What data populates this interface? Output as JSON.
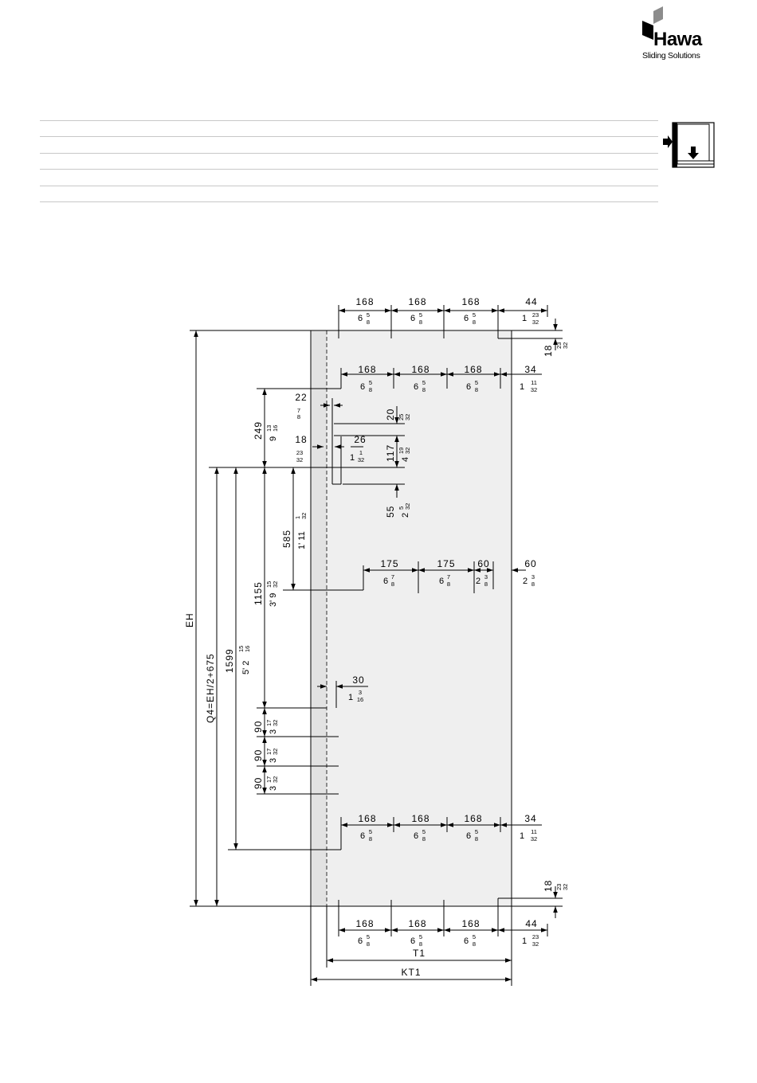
{
  "brand": {
    "name": "Hawa",
    "tagline": "Sliding Solutions",
    "logo_color": "#000000",
    "logo_accent": "#8c8c8c"
  },
  "header": {
    "rule_count": 6,
    "rule_color": "#c8c8c8"
  },
  "icons": [
    "door-install-icon"
  ],
  "colors": {
    "panel_fill": "#efefef",
    "line": "#000000"
  },
  "dims": {
    "top_row": [
      {
        "mm": "168",
        "inch": "6",
        "num": "5",
        "den": "8"
      },
      {
        "mm": "168",
        "inch": "6",
        "num": "5",
        "den": "8"
      },
      {
        "mm": "168",
        "inch": "6",
        "num": "5",
        "den": "8"
      },
      {
        "mm": "44",
        "inch": "1",
        "num": "23",
        "den": "32"
      }
    ],
    "row2": [
      {
        "mm": "168",
        "inch": "6",
        "num": "5",
        "den": "8"
      },
      {
        "mm": "168",
        "inch": "6",
        "num": "5",
        "den": "8"
      },
      {
        "mm": "168",
        "inch": "6",
        "num": "5",
        "den": "8"
      },
      {
        "mm": "34",
        "inch": "1",
        "num": "11",
        "den": "32"
      }
    ],
    "row_bottom_inner": [
      {
        "mm": "168",
        "inch": "6",
        "num": "5",
        "den": "8"
      },
      {
        "mm": "168",
        "inch": "6",
        "num": "5",
        "den": "8"
      },
      {
        "mm": "168",
        "inch": "6",
        "num": "5",
        "den": "8"
      },
      {
        "mm": "34",
        "inch": "1",
        "num": "11",
        "den": "32"
      }
    ],
    "bottom_row": [
      {
        "mm": "168",
        "inch": "6",
        "num": "5",
        "den": "8"
      },
      {
        "mm": "168",
        "inch": "6",
        "num": "5",
        "den": "8"
      },
      {
        "mm": "168",
        "inch": "6",
        "num": "5",
        "den": "8"
      },
      {
        "mm": "44",
        "inch": "1",
        "num": "23",
        "den": "32"
      }
    ],
    "middle_row": [
      {
        "mm": "175",
        "inch": "6",
        "num": "7",
        "den": "8"
      },
      {
        "mm": "175",
        "inch": "6",
        "num": "7",
        "den": "8"
      },
      {
        "mm": "60",
        "inch": "2",
        "num": "3",
        "den": "8"
      },
      {
        "mm": "60",
        "inch": "2",
        "num": "3",
        "den": "8"
      }
    ],
    "edge_top": {
      "mm": "18",
      "num": "23",
      "den": "32"
    },
    "edge_bottom": {
      "mm": "18",
      "num": "23",
      "den": "32"
    },
    "d22": {
      "mm": "22",
      "num": "7",
      "den": "8"
    },
    "d18": {
      "mm": "18",
      "num": "23",
      "den": "32"
    },
    "d26": {
      "mm": "26",
      "inch": "1",
      "num": "1",
      "den": "32"
    },
    "d20": {
      "mm": "20",
      "num": "25",
      "den": "32"
    },
    "d117": {
      "mm": "117",
      "inch": "4",
      "num": "19",
      "den": "32"
    },
    "d55": {
      "mm": "55",
      "inch": "2",
      "num": "5",
      "den": "32"
    },
    "d249": {
      "mm": "249",
      "inch": "9",
      "num": "13",
      "den": "16"
    },
    "d585": {
      "mm": "585",
      "inch": "1' 11",
      "num": "1",
      "den": "32"
    },
    "d1155": {
      "mm": "1155",
      "inch": "3' 9",
      "num": "15",
      "den": "32"
    },
    "d1599": {
      "mm": "1599",
      "inch": "5' 2",
      "num": "15",
      "den": "16"
    },
    "d30": {
      "mm": "30",
      "inch": "1",
      "num": "3",
      "den": "16"
    },
    "d90": [
      {
        "mm": "90",
        "inch": "3",
        "num": "17",
        "den": "32"
      },
      {
        "mm": "90",
        "inch": "3",
        "num": "17",
        "den": "32"
      },
      {
        "mm": "90",
        "inch": "3",
        "num": "17",
        "den": "32"
      }
    ],
    "labels": {
      "eh": "EH",
      "q4": "Q4=EH/2+675",
      "t1": "T1",
      "kt1": "KT1"
    }
  }
}
